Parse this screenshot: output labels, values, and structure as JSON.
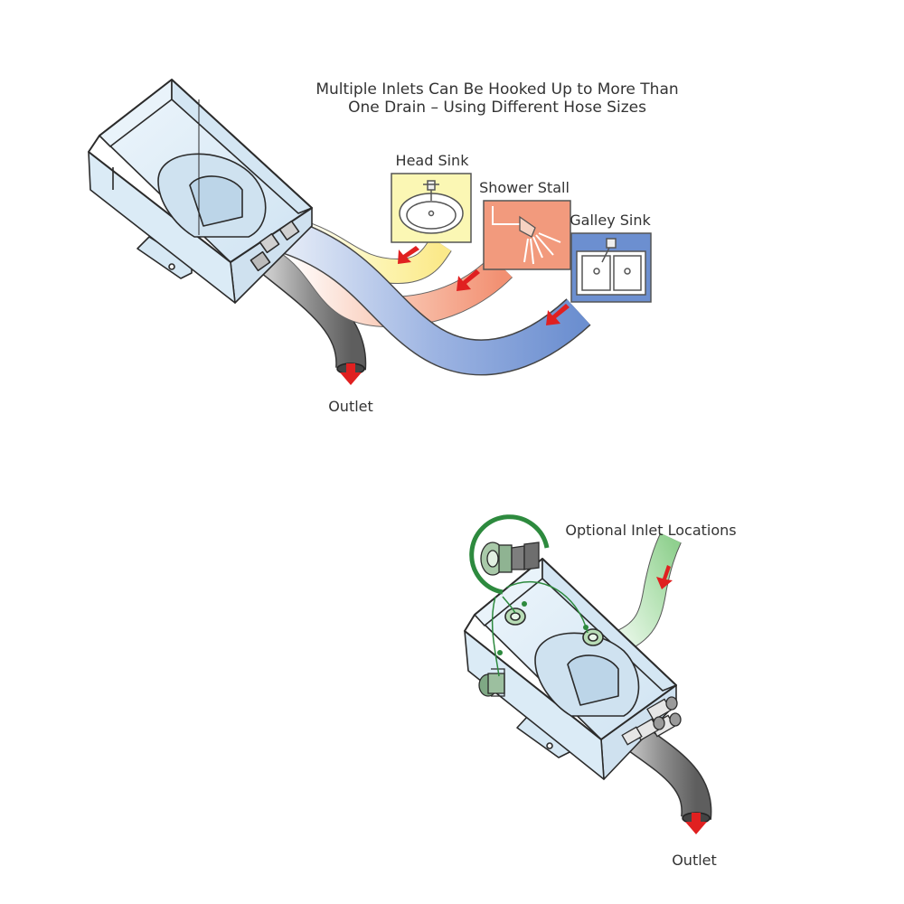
{
  "title": {
    "line1": "Multiple Inlets Can Be Hooked Up to More Than",
    "line2": "One Drain – Using Different Hose Sizes"
  },
  "fixtures": {
    "head_sink": {
      "label": "Head Sink",
      "color": "#fbf7b4"
    },
    "shower_stall": {
      "label": "Shower Stall",
      "color": "#f29a7d"
    },
    "galley_sink": {
      "label": "Galley Sink",
      "color": "#6c8fd0"
    }
  },
  "outlet_top": {
    "label": "Outlet"
  },
  "optional_inlets": {
    "label": "Optional Inlet Locations",
    "color": "#2d8a3e"
  },
  "outlet_bottom": {
    "label": "Outlet"
  },
  "colors": {
    "flow_arrow": "#e02020",
    "box_fill": "#dfeef8",
    "box_stroke": "#2b2b2b",
    "outlet_hose": "#9a9a9a",
    "inlet_hose": "#a8dca8"
  },
  "icons": [
    "sink-icon",
    "shower-head-icon",
    "double-sink-icon",
    "flow-arrow-icon",
    "hose-fitting-icon"
  ]
}
